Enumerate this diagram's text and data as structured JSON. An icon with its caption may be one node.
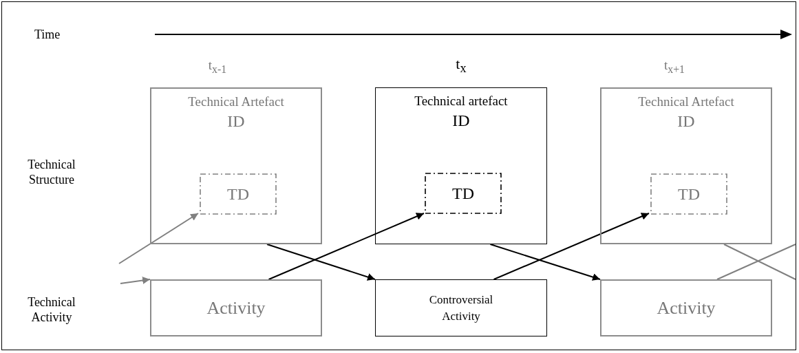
{
  "diagram": {
    "nodes": [
      {
        "text": [
          "Technical Artefact",
          "ID"
        ]
      },
      {
        "text": [
          "TD"
        ],
        "in": 0
      },
      {
        "text": [
          "Technical artefact",
          "ID"
        ]
      },
      {
        "text": [
          "TD"
        ],
        "in": 2
      },
      {
        "text": [
          "Technical Artefact",
          "ID"
        ]
      },
      {
        "text": [
          "TD"
        ],
        "in": 4
      },
      {
        "text": [
          "Activity"
        ]
      },
      {
        "text": [
          "Controversial Activity"
        ]
      },
      {
        "text": [
          "Activity"
        ]
      }
    ],
    "edges": [
      {
        "from": null,
        "to": 1,
        "arrow": "to",
        "color": "#808080"
      },
      {
        "from": null,
        "to": 6,
        "arrow": "to",
        "color": "#808080"
      },
      {
        "from": 6,
        "to": 3,
        "arrow": "to",
        "color": "#000000"
      },
      {
        "from": 0,
        "to": 7,
        "arrow": "to",
        "color": "#000000"
      },
      {
        "from": 7,
        "to": 5,
        "arrow": "to",
        "color": "#000000"
      },
      {
        "from": 2,
        "to": 8,
        "arrow": "to",
        "color": "#000000"
      },
      {
        "from": 8,
        "to": null,
        "arrow": "none",
        "color": "#808080"
      },
      {
        "from": 4,
        "to": null,
        "arrow": "none",
        "color": "#808080"
      }
    ],
    "labels": [
      "Time",
      "t$_{x-1}$",
      "t$_{x}$",
      "t$_{x+1}$",
      "Technical Structure",
      "Technical Activity"
    ]
  }
}
